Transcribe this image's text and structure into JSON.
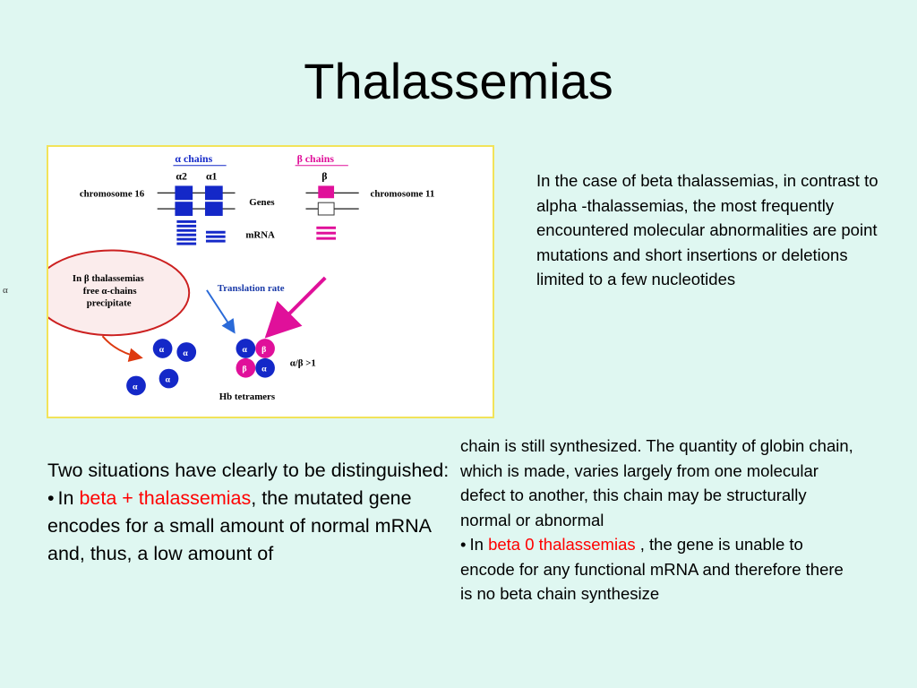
{
  "slide": {
    "title": "Thalassemias",
    "stray_mark": "α"
  },
  "figure": {
    "alpha_chains_label": "α  chains",
    "beta_chains_label": "β  chains",
    "alpha2_label": "α2",
    "alpha1_label": "α1",
    "beta_label": "β",
    "chromosome16_label": "chromosome 16",
    "chromosome11_label": "chromosome 11",
    "genes_label": "Genes",
    "mrna_label": "mRNA",
    "callout_line1": "In  β thalassemias",
    "callout_line2": "free α-chains",
    "callout_line3": "precipitate",
    "translation_rate_label": "Translation rate",
    "ratio_label": "α/β  >1",
    "hb_tetramers_label": "Hb tetramers",
    "alpha_symbol": "α",
    "beta_symbol": "β",
    "colors": {
      "alpha_blue": "#1428c8",
      "beta_magenta": "#e0109a",
      "callout_red": "#cc2020",
      "arrow_blue": "#2a6ad8"
    }
  },
  "right_paragraph": "In the case of  beta  thalassemias, in contrast to   alpha -thalassemias, the most frequently encountered molecular abnormalities are point mutations and short insertions or deletions limited to a few nucleotides",
  "left_block": {
    "intro": "Two situations have clearly to be distinguished:",
    "bullet": "•",
    "bullet_prefix": "In ",
    "highlight": "beta + thalassemias",
    "rest": ", the mutated gene encodes for a small amount of normal mRNA and, thus, a low amount of"
  },
  "col2_block": {
    "continuation": "chain is still synthesized. The quantity of globin chain, which is made, varies largely from one molecular defect to another, this chain may be structurally normal or abnormal",
    "bullet": "•",
    "bullet_prefix": "In ",
    "highlight": "beta 0 thalassemias",
    "rest": " , the gene is unable to encode for any functional mRNA and therefore there is no beta chain synthesize"
  }
}
